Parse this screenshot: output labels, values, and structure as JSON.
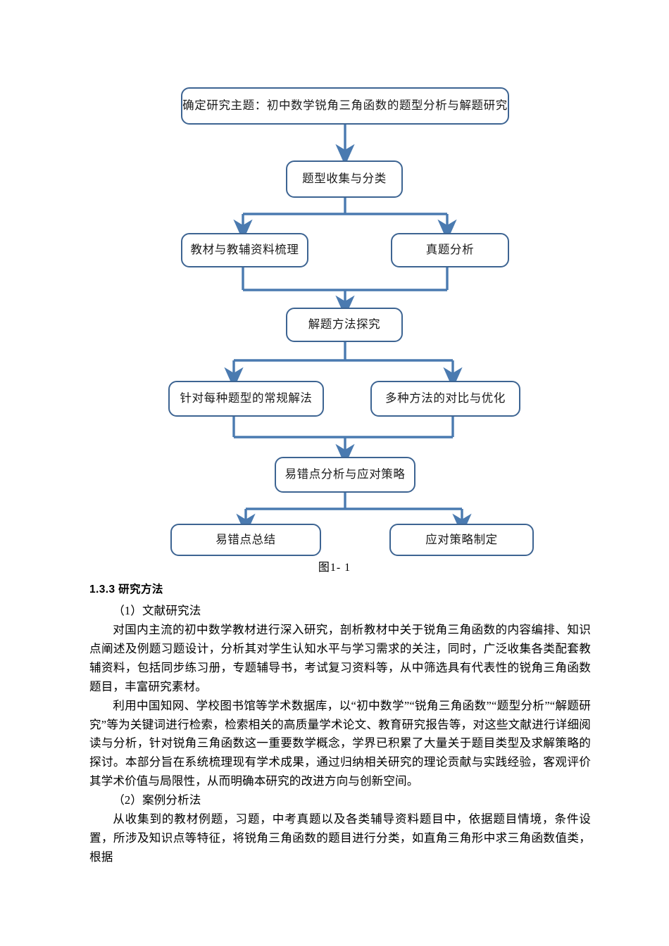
{
  "figure": {
    "caption": "图1- 1",
    "accent_color": "#3d6492",
    "connector_color": "#4a7ab0",
    "nodes": [
      {
        "id": "topic",
        "label": "确定研究主题：初中数学锐角三角函数的题型分析与解题研究"
      },
      {
        "id": "collect",
        "label": "题型收集与分类"
      },
      {
        "id": "textbook",
        "label": "教材与教辅资料梳理"
      },
      {
        "id": "realexam",
        "label": "真题分析"
      },
      {
        "id": "method",
        "label": "解题方法探究"
      },
      {
        "id": "routine",
        "label": "针对每种题型的常规解法"
      },
      {
        "id": "compare",
        "label": "多种方法的对比与优化"
      },
      {
        "id": "errors",
        "label": "易错点分析与应对策略"
      },
      {
        "id": "errorsummary",
        "label": "易错点总结"
      },
      {
        "id": "strategy",
        "label": "应对策略制定"
      }
    ]
  },
  "content": {
    "heading": "1.3.3 研究方法",
    "sub1": "（1）文献研究法",
    "para1": "对国内主流的初中数学教材进行深入研究，剖析教材中关于锐角三角函数的内容编排、知识点阐述及例题习题设计，分析其对学生认知水平与学习需求的关注，同时，广泛收集各类配套教辅资料，包括同步练习册，专题辅导书，考试复习资料等，从中筛选具有代表性的锐角三角函数题目，丰富研究素材。",
    "para2": "利用中国知网、学校图书馆等学术数据库，以“初中数学”“锐角三角函数”“题型分析”“解题研究”等为关键词进行检索，检索相关的高质量学术论文、教育研究报告等，对这些文献进行详细阅读与分析，针对锐角三角函数这一重要数学概念，学界已积累了大量关于题目类型及求解策略的探讨。本部分旨在系统梳理现有学术成果，通过归纳相关研究的理论贡献与实践经验，客观评价其学术价值与局限性，从而明确本研究的改进方向与创新空间。",
    "sub2": "（2）案例分析法",
    "para3": "从收集到的教材例题，习题，中考真题以及各类辅导资料题目中，依据题目情境，条件设置，所涉及知识点等特征，将锐角三角函数的题目进行分类，如直角三角形中求三角函数值类，根据"
  }
}
